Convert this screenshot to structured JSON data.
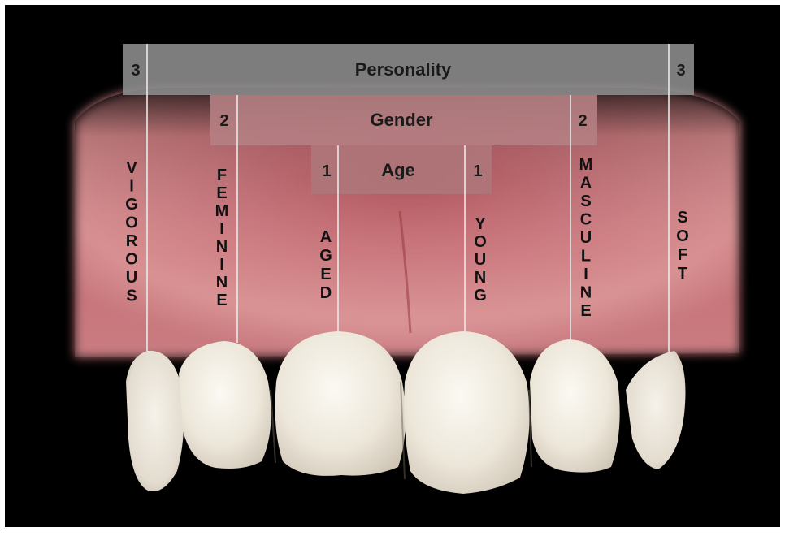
{
  "bars": {
    "personality": {
      "label": "Personality",
      "left_num": "3",
      "right_num": "3"
    },
    "gender": {
      "label": "Gender",
      "left_num": "2",
      "right_num": "2"
    },
    "age": {
      "label": "Age",
      "left_num": "1",
      "right_num": "1"
    }
  },
  "vertical_labels": {
    "vigorous": "VIGOROUS",
    "feminine": "FEMININE",
    "aged": "AGED",
    "young": "YOUNG",
    "masculine": "MASCULINE",
    "soft": "SOFT"
  },
  "colors": {
    "background": "#000000",
    "gum": "#c46a6e",
    "tooth": "#f2ede2",
    "bar_fill": "#8e8e8e",
    "guide_line": "#e9e9e9",
    "label_text": "#1a1a1a"
  }
}
